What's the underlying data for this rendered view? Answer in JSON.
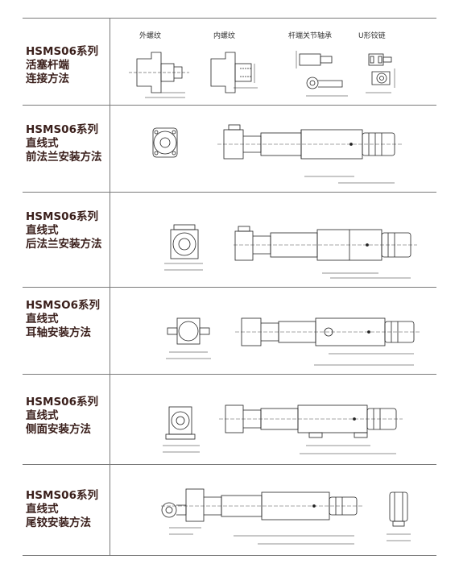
{
  "rows": [
    {
      "title_lines": [
        "HSMS06系列",
        "活塞杆端",
        "连接方法"
      ],
      "headers": [
        "外螺纹",
        "内螺纹",
        "杆端关节轴承",
        "U形铰链"
      ]
    },
    {
      "title_lines": [
        "HSMS06系列",
        "直线式",
        "前法兰安装方法"
      ]
    },
    {
      "title_lines": [
        "HSMS06系列",
        "直线式",
        "后法兰安装方法"
      ]
    },
    {
      "title_lines": [
        "HSMSO6系列",
        "直线式",
        "耳轴安装方法"
      ]
    },
    {
      "title_lines": [
        "HSMS06系列",
        "直线式",
        "侧面安装方法"
      ]
    },
    {
      "title_lines": [
        "HSMS06系列",
        "直线式",
        "尾铰安装方法"
      ]
    }
  ]
}
